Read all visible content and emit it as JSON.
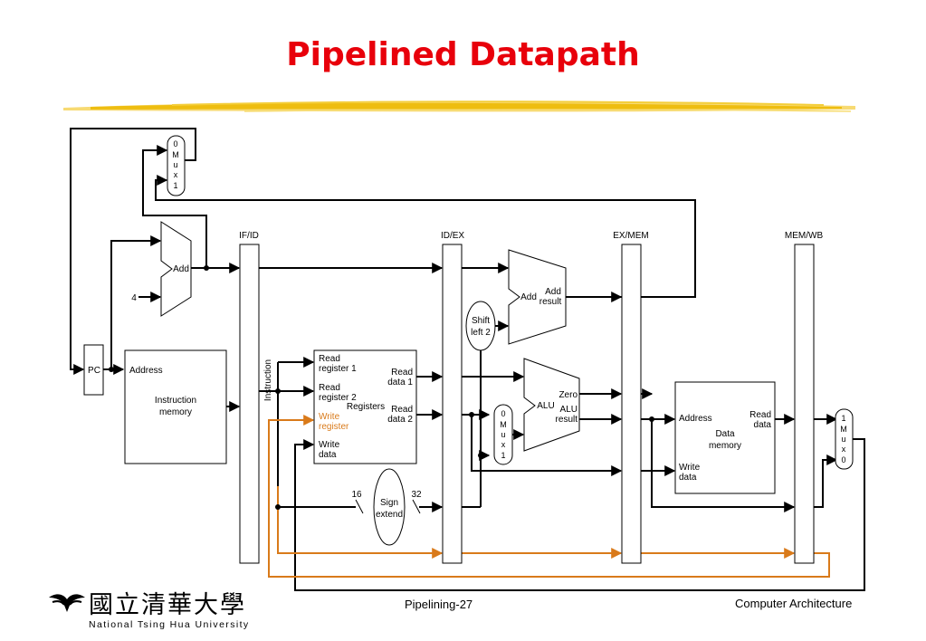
{
  "slide": {
    "title": "Pipelined Datapath",
    "footer_center": "Pipelining-27",
    "footer_right": "Computer Architecture"
  },
  "logo": {
    "name_cn": "國立清華大學",
    "name_en": "National Tsing Hua University",
    "icon": "nthu-emblem-icon"
  },
  "colors": {
    "title": "#e8000b",
    "highlight_wire": "#d97a1a",
    "underline_stroke": "#f2c21b"
  },
  "diagram": {
    "pipeline_registers": [
      "IF/ID",
      "ID/EX",
      "EX/MEM",
      "MEM/WB"
    ],
    "pc": "PC",
    "constant_four": "4",
    "adder": "Add",
    "branch_adder": {
      "label": "Add",
      "result_line1": "Add",
      "result_line2": "result"
    },
    "shift": {
      "line1": "Shift",
      "line2": "left 2"
    },
    "instruction_memory": {
      "address": "Address",
      "line1": "Instruction",
      "line2": "memory"
    },
    "instruction_label": "Instruction",
    "registers": {
      "title": "Registers",
      "read_reg1_line1": "Read",
      "read_reg1_line2": "register 1",
      "read_reg2_line1": "Read",
      "read_reg2_line2": "register 2",
      "write_reg_line1": "Write",
      "write_reg_line2": "register",
      "write_data_line1": "Write",
      "write_data_line2": "data",
      "read_data1_line1": "Read",
      "read_data1_line2": "data 1",
      "read_data2_line1": "Read",
      "read_data2_line2": "data 2"
    },
    "sign_extend": {
      "line1": "Sign",
      "line2": "extend",
      "in_bits": "16",
      "out_bits": "32"
    },
    "alu": {
      "label": "ALU",
      "zero": "Zero",
      "result_line1": "ALU",
      "result_line2": "result"
    },
    "data_memory": {
      "address": "Address",
      "read_line1": "Read",
      "read_line2": "data",
      "write_line1": "Write",
      "write_line2": "data",
      "title_line1": "Data",
      "title_line2": "memory"
    },
    "mux_pc": [
      "0",
      "M",
      "u",
      "x",
      "1"
    ],
    "mux_alu": [
      "0",
      "M",
      "u",
      "x",
      "1"
    ],
    "mux_wb": [
      "1",
      "M",
      "u",
      "x",
      "0"
    ]
  }
}
